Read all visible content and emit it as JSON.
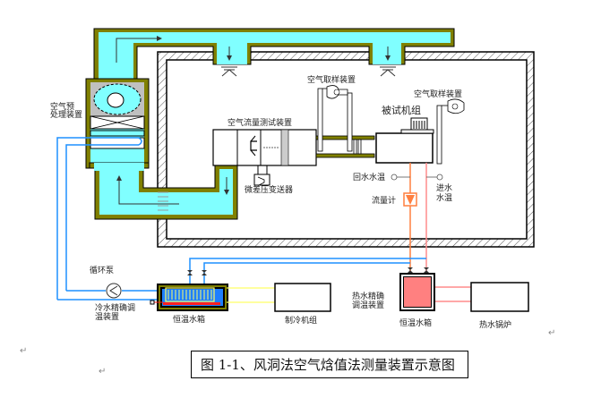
{
  "figure": {
    "caption": "图 1-1、风洞法空气焓值法测量装置示意图",
    "paragraph_mark": "↵"
  },
  "labels": {
    "air_preprocessor": [
      "空气预",
      "处理装置"
    ],
    "airflow_test_device": "空气流量测试装置",
    "diff_pressure_transmitter": "微差压变送器",
    "air_sampler_1": "空气取样装置",
    "air_sampler_2": "空气取样装置",
    "unit_under_test": "被试机组",
    "return_water_temp": "回水水温",
    "inlet_water_temp": [
      "进水",
      "水温"
    ],
    "flow_meter": "流量计",
    "circulation_pump": "循环泵",
    "cold_water_regulator": [
      "冷水精确调",
      "温装置"
    ],
    "constant_temp_tank_cold": "恒温水箱",
    "chiller": "制冷机组",
    "hot_water_regulator": [
      "热水精确",
      "调温装置"
    ],
    "constant_temp_tank_hot": "恒温水箱",
    "hot_water_boiler": "热水锅炉"
  },
  "colors": {
    "duct_fill": "#80ffff",
    "duct_wall": "#808000",
    "cold_pipe": "#1e90ff",
    "hot_pipe_return": "#ff7f3f",
    "hot_pipe_supply": "#ff8c8c",
    "hot_tank": "#ff8080",
    "cold_tank_inner": "#1e7fff",
    "coil": "#ffff66",
    "heater": "#ff2020"
  }
}
